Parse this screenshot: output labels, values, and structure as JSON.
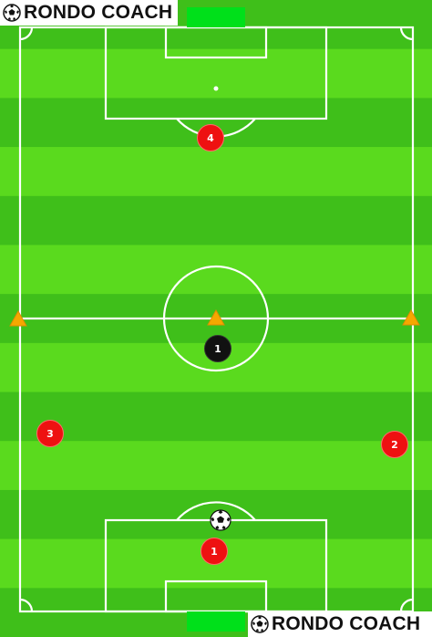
{
  "app": {
    "brand_name": "RONDO COACH"
  },
  "pitch": {
    "stripe_colors": [
      "#3fbf1a",
      "#5ada1e"
    ],
    "line_color": "#ffffff",
    "goal_color": "#00e01a"
  },
  "players": {
    "attackers": [
      {
        "number": "4",
        "color": "#ee1111"
      },
      {
        "number": "3",
        "color": "#ee1111"
      },
      {
        "number": "2",
        "color": "#ee1111"
      },
      {
        "number": "1",
        "color": "#ee1111"
      }
    ],
    "defender": {
      "number": "1",
      "color": "#111111"
    }
  },
  "cones": {
    "color": "#f5a800",
    "count": 3
  },
  "ball": {
    "icon": "soccer-ball-icon"
  }
}
